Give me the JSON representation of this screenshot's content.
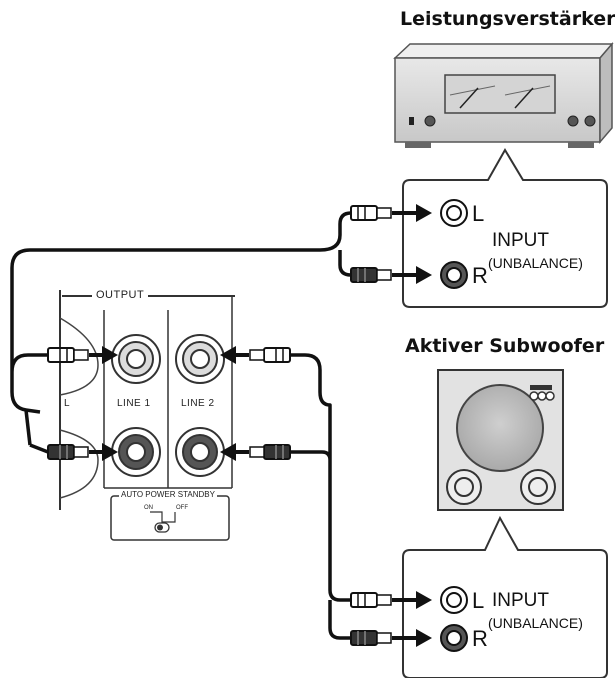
{
  "devices": {
    "power_amp": {
      "title": "Leistungsverstärker",
      "input": {
        "left": "L",
        "right": "R",
        "label": "INPUT",
        "sublabel": "(UNBALANCE)"
      }
    },
    "subwoofer": {
      "title": "Aktiver Subwoofer",
      "input": {
        "left": "L",
        "right": "R",
        "label": "INPUT",
        "sublabel": "(UNBALANCE)"
      }
    }
  },
  "rear_panel": {
    "output_label": "OUTPUT",
    "line1_label": "LINE 1",
    "line2_label": "LINE 2",
    "partial_label": "L",
    "auto_power_standby": {
      "label": "AUTO POWER STANDBY",
      "on_label": "ON",
      "off_label": "OFF"
    }
  }
}
